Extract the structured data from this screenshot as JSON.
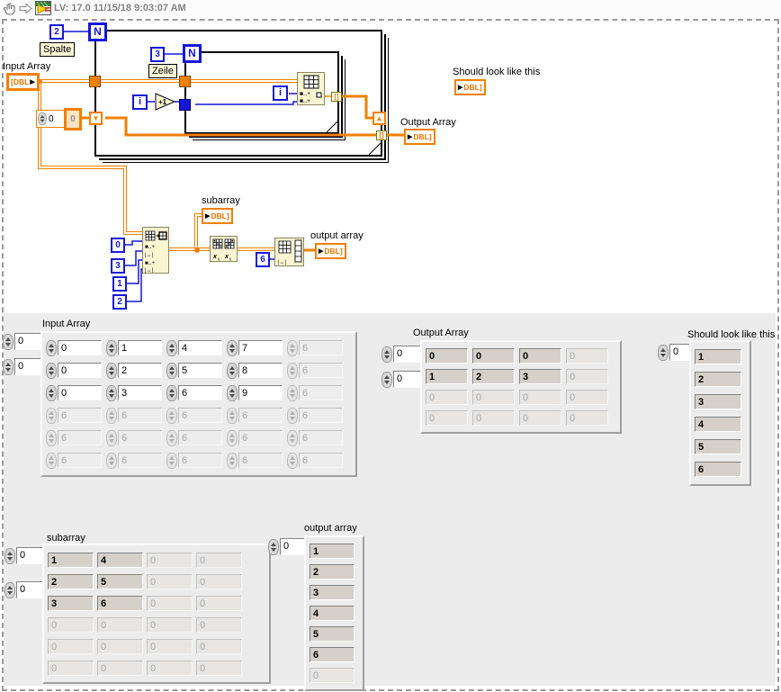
{
  "titlebar": {
    "title": "LV: 17.0 11/15/18 9:03:07 AM"
  },
  "icons": {
    "shift_down": "▼",
    "shift_up": "▲"
  },
  "diagram": {
    "tunnel_bracket": "[]",
    "outer_loop": {
      "n": "N",
      "count": "2",
      "name_label": "Spalte",
      "iterator": "i",
      "increment": "+1"
    },
    "inner_loop": {
      "n": "N",
      "count": "3",
      "name_label": "Zeile",
      "iterator": "i"
    },
    "input_array": {
      "label": "Input Array",
      "terminal": "[DBL"
    },
    "output_array": {
      "label": "Output Array",
      "terminal": "DBL]"
    },
    "should": {
      "label": "Should look like this",
      "terminal": "DBL]"
    },
    "subarray": {
      "label": "subarray",
      "terminal": "DBL]"
    },
    "output_lower": {
      "label": "output array",
      "terminal": "DBL]"
    },
    "shift_init": "0",
    "shift_init_selected": "0",
    "subset_consts": [
      "0",
      "3",
      "1",
      "2"
    ],
    "reshape_const": "6"
  },
  "panel": {
    "input_array": {
      "label": "Input Array",
      "indexes": [
        "0",
        "0"
      ],
      "cells": [
        [
          "0",
          "1",
          "4",
          "7",
          "6"
        ],
        [
          "0",
          "2",
          "5",
          "8",
          "6"
        ],
        [
          "0",
          "3",
          "6",
          "9",
          "6"
        ],
        [
          "6",
          "6",
          "6",
          "6",
          "6"
        ],
        [
          "6",
          "6",
          "6",
          "6",
          "6"
        ],
        [
          "6",
          "6",
          "6",
          "6",
          "6"
        ]
      ],
      "active": [
        [
          1,
          1,
          1,
          1,
          0
        ],
        [
          1,
          1,
          1,
          1,
          0
        ],
        [
          1,
          1,
          1,
          1,
          0
        ],
        [
          0,
          0,
          0,
          0,
          0
        ],
        [
          0,
          0,
          0,
          0,
          0
        ],
        [
          0,
          0,
          0,
          0,
          0
        ]
      ]
    },
    "output_array": {
      "label": "Output Array",
      "indexes": [
        "0",
        "0"
      ],
      "cells": [
        [
          "0",
          "0",
          "0",
          "0"
        ],
        [
          "1",
          "2",
          "3",
          "0"
        ],
        [
          "0",
          "0",
          "0",
          "0"
        ],
        [
          "0",
          "0",
          "0",
          "0"
        ]
      ],
      "active": [
        [
          1,
          1,
          1,
          0
        ],
        [
          1,
          1,
          1,
          0
        ],
        [
          0,
          0,
          0,
          0
        ],
        [
          0,
          0,
          0,
          0
        ]
      ]
    },
    "should": {
      "label": "Should look like this",
      "indexes": [
        "0"
      ],
      "cells": [
        [
          "1"
        ],
        [
          "2"
        ],
        [
          "3"
        ],
        [
          "4"
        ],
        [
          "5"
        ],
        [
          "6"
        ]
      ],
      "active": [
        [
          1
        ],
        [
          1
        ],
        [
          1
        ],
        [
          1
        ],
        [
          1
        ],
        [
          1
        ]
      ]
    },
    "subarray": {
      "label": "subarray",
      "indexes": [
        "0",
        "0"
      ],
      "cells": [
        [
          "1",
          "4",
          "0",
          "0"
        ],
        [
          "2",
          "5",
          "0",
          "0"
        ],
        [
          "3",
          "6",
          "0",
          "0"
        ],
        [
          "0",
          "0",
          "0",
          "0"
        ],
        [
          "0",
          "0",
          "0",
          "0"
        ],
        [
          "0",
          "0",
          "0",
          "0"
        ]
      ],
      "active": [
        [
          1,
          1,
          0,
          0
        ],
        [
          1,
          1,
          0,
          0
        ],
        [
          1,
          1,
          0,
          0
        ],
        [
          0,
          0,
          0,
          0
        ],
        [
          0,
          0,
          0,
          0
        ],
        [
          0,
          0,
          0,
          0
        ]
      ]
    },
    "output_lower": {
      "label": "output array",
      "indexes": [
        "0"
      ],
      "cells": [
        [
          "1"
        ],
        [
          "2"
        ],
        [
          "3"
        ],
        [
          "4"
        ],
        [
          "5"
        ],
        [
          "6"
        ],
        [
          "0"
        ]
      ],
      "active": [
        [
          1
        ],
        [
          1
        ],
        [
          1
        ],
        [
          1
        ],
        [
          1
        ],
        [
          1
        ],
        [
          0
        ]
      ]
    }
  }
}
